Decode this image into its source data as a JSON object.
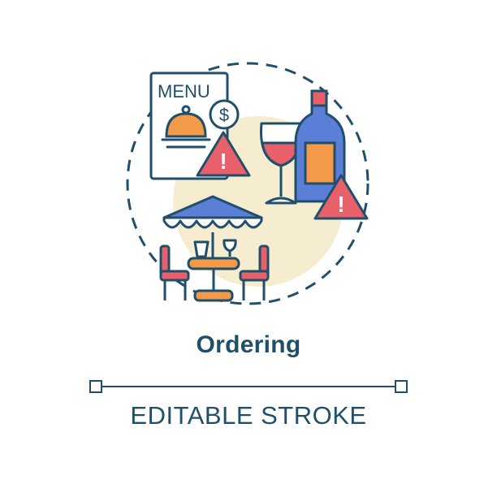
{
  "icon": {
    "menu_text": "MENU",
    "dollar_symbol": "$",
    "warning_symbol": "!",
    "colors": {
      "outline": "#1f4f6b",
      "backdrop": "#f5ecd2",
      "warning": "#e8616a",
      "cloche": "#f29a4a",
      "umbrella": "#5b7fd6",
      "chairs": "#e8616a",
      "table": "#f29a4a",
      "wine": "#e8616a",
      "bottle": "#5b7fd6",
      "label": "#f29a4a"
    }
  },
  "title": "Ordering",
  "subtitle": "EDITABLE STROKE"
}
